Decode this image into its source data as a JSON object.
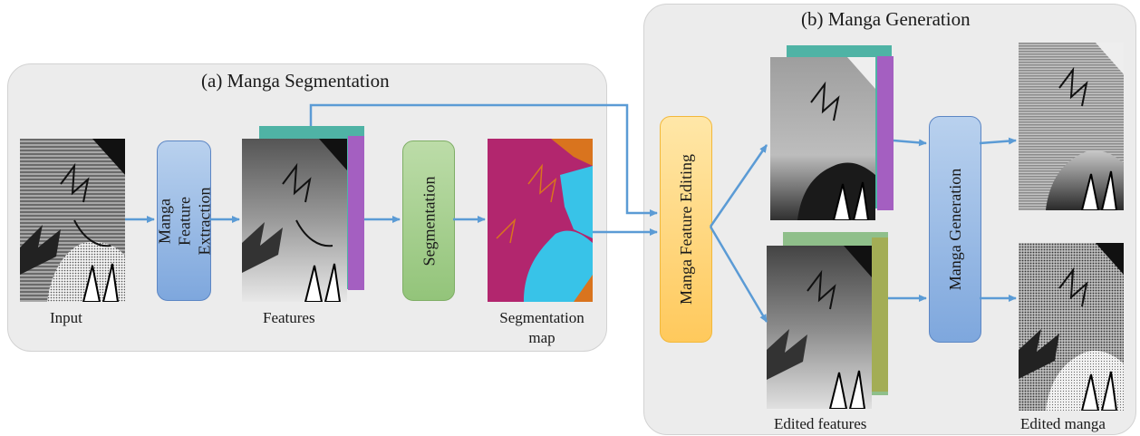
{
  "panels": {
    "segmentation_title": "(a) Manga Segmentation",
    "generation_title": "(b) Manga Generation"
  },
  "boxes": {
    "feature_extraction": "Manga Feature Extraction",
    "segmentation": "Segmentation",
    "feature_editing": "Manga Feature Editing",
    "generation": "Manga Generation"
  },
  "captions": {
    "input": "Input",
    "features": "Features",
    "segmentation_map": "Segmentation map",
    "edited_features": "Edited features",
    "edited_manga": "Edited manga"
  },
  "colors": {
    "arrow": "#5b9bd5",
    "feature_teal": "#4fb3a5",
    "feature_purple": "#a45fc1",
    "feature_olive": "#a3ad55",
    "seg_magenta": "#b2266e",
    "seg_cyan": "#38c3e8",
    "seg_orange": "#d9741e"
  }
}
